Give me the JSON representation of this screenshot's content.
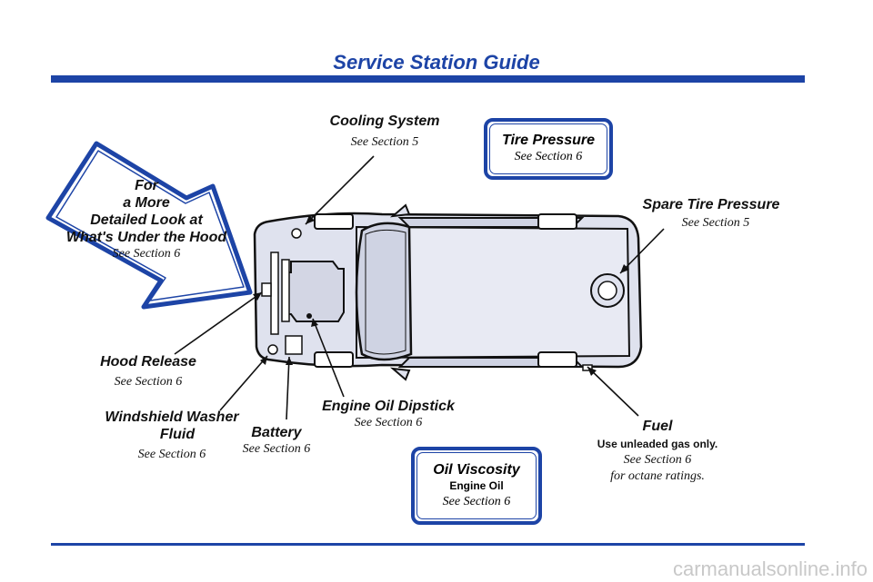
{
  "title": "Service Station Guide",
  "arrow_callout": {
    "line1": "For",
    "line2": "a More",
    "line3": "Detailed Look at",
    "line4": "What's Under the Hood",
    "sub": "See Section 6"
  },
  "cooling_system": {
    "heading": "Cooling System",
    "sub": "See Section 5"
  },
  "tire_pressure": {
    "heading": "Tire Pressure",
    "sub": "See Section 6"
  },
  "spare_tire_pressure": {
    "heading": "Spare Tire Pressure",
    "sub": "See Section 5"
  },
  "hood_release": {
    "heading": "Hood Release",
    "sub": "See Section 6"
  },
  "windshield_washer": {
    "line1": "Windshield Washer",
    "line2": "Fluid",
    "sub": "See Section 6"
  },
  "battery": {
    "heading": "Battery",
    "sub": "See Section 6"
  },
  "engine_oil_dipstick": {
    "heading": "Engine Oil Dipstick",
    "sub": "See Section 6"
  },
  "fuel": {
    "heading": "Fuel",
    "note": "Use unleaded gas only.",
    "sub": "See Section 6",
    "sub2": "for octane ratings."
  },
  "oil_viscosity": {
    "heading": "Oil Viscosity",
    "note": "Engine Oil",
    "sub": "See Section 6"
  },
  "watermark": "carmanualsonline.info",
  "colors": {
    "accent": "#1d44a6",
    "car_fill": "#dfe2ee"
  }
}
